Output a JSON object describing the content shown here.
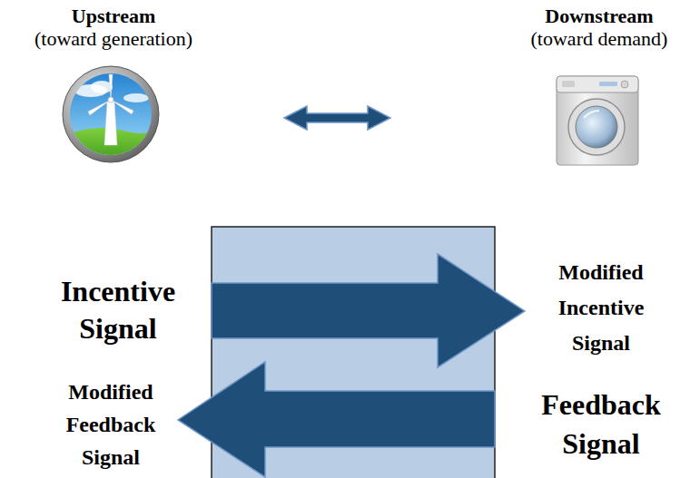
{
  "diagram": {
    "labels": [
      "Upstream",
      "(toward generation)",
      "Downstream",
      "(toward demand)",
      "Incentive Signal",
      "Modified Incentive Signal",
      "Modified Feedback Signal",
      "Feedback Signal"
    ]
  }
}
